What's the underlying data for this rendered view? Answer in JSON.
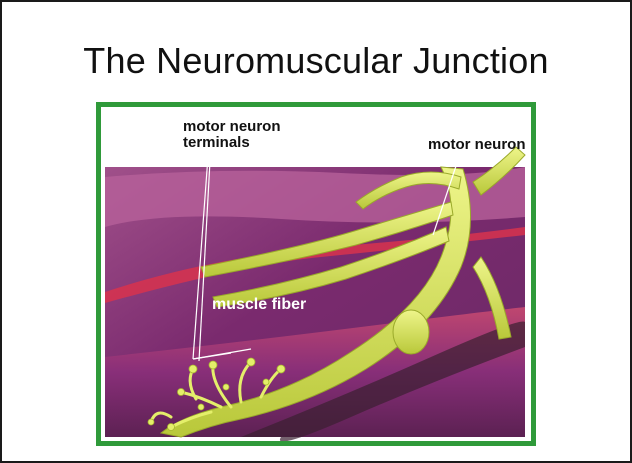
{
  "slide": {
    "title": "The Neuromuscular Junction"
  },
  "figure": {
    "labels": {
      "terminals_line1": "motor neuron",
      "terminals_line2": "terminals",
      "neuron": "motor neuron",
      "fiber": "muscle fiber"
    },
    "colors": {
      "frame_border": "#2f9a3a",
      "neuron_yellow": "#d9e85a",
      "muscle_purple": "#8a2f7a",
      "muscle_red": "#c43a55"
    }
  }
}
